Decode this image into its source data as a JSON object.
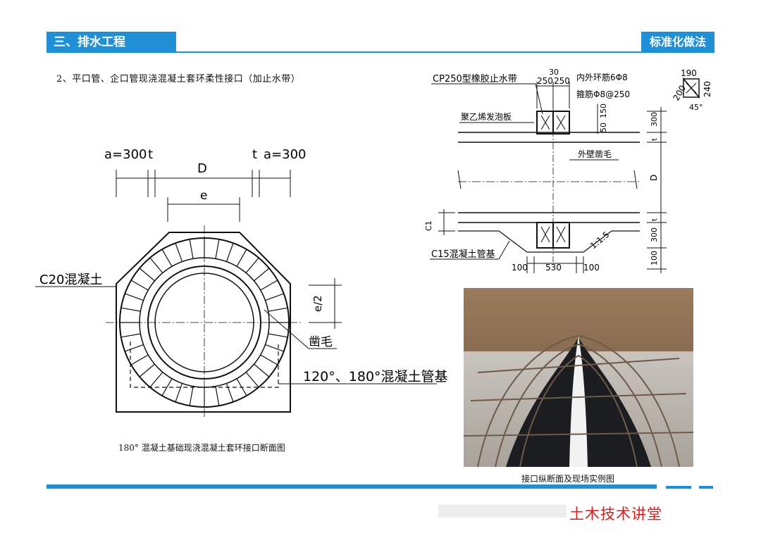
{
  "header": {
    "section_title": "三、排水工程",
    "tag": "标准化做法"
  },
  "heading": "2、平口管、企口管现浇混凝土套环柔性接口（加止水带）",
  "cross_section": {
    "caption": "180° 混凝土基础现浇混凝土套环接口断面图",
    "dims": {
      "a_left": "a=300",
      "t_left": "t",
      "D": "D",
      "t_right": "t",
      "a_right": "a=300",
      "e": "e",
      "e_half": "e/2"
    },
    "labels": {
      "concrete": "C20混凝土",
      "chisel": "凿毛",
      "base": "120°、180°混凝土管基"
    }
  },
  "longitudinal": {
    "caption": "接口纵断面及现场实例图",
    "labels": {
      "waterstop": "CP250型橡胶止水带",
      "rebar_ring": "内外环筋6Φ8",
      "stirrup": "箍筋Φ8@250",
      "foam": "聚乙烯发泡板",
      "outer_chisel": "外壁凿毛",
      "base": "C15混凝土管基",
      "slope": "1:1.5",
      "C1": "C1",
      "D": "D"
    },
    "dims": {
      "top_30": "30",
      "w250a": "250",
      "w250b": "250",
      "v50": "50",
      "v150": "150",
      "v300_top": "300",
      "t_top": "t",
      "t_bot": "t",
      "v300_bot": "300",
      "v100": "100",
      "b100a": "100",
      "b530": "530",
      "b100b": "100"
    },
    "detail": {
      "d190": "190",
      "d200": "200",
      "d240": "240",
      "angle": "45°"
    }
  },
  "footer": {
    "brand": "土木技术讲堂"
  },
  "colors": {
    "accent": "#1f8fd6",
    "brand": "#d42020"
  }
}
